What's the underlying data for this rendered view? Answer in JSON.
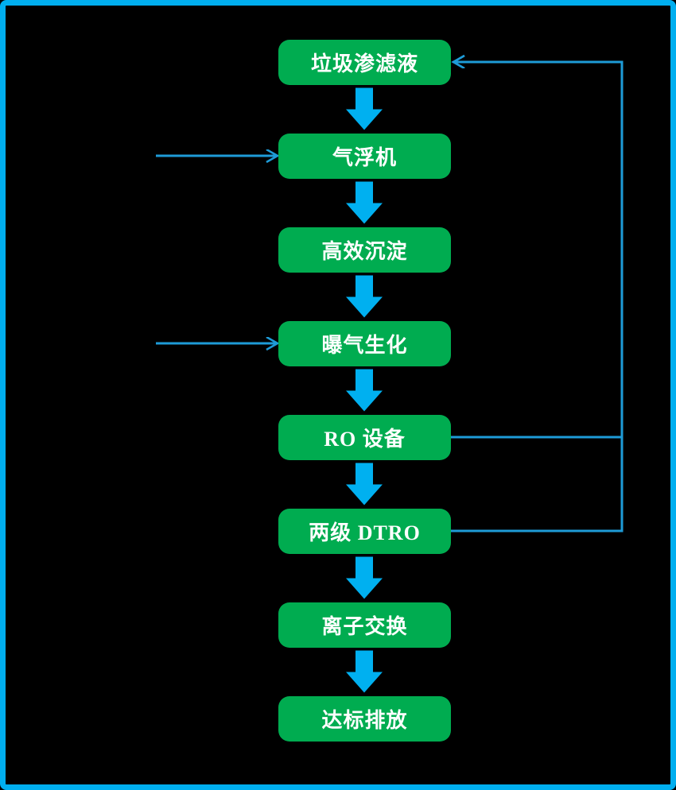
{
  "flowchart": {
    "background": "#000000",
    "frame_border_color": "#00AEEF",
    "colors": {
      "node_fill": "#00AC50",
      "node_text": "#FFFFFF",
      "block_arrow": "#00B0F0",
      "thin_line": "#1E9BD7"
    },
    "nodes": [
      {
        "id": "leachate",
        "label": "垃圾渗滤液"
      },
      {
        "id": "air-flotation",
        "label": "气浮机"
      },
      {
        "id": "high-efficiency-sedimentation",
        "label": "高效沉淀"
      },
      {
        "id": "aeration-biochemical",
        "label": "曝气生化"
      },
      {
        "id": "ro-equipment",
        "label": "RO 设备"
      },
      {
        "id": "two-stage-dtro",
        "label": "两级 DTRO"
      },
      {
        "id": "ion-exchange",
        "label": "离子交换"
      },
      {
        "id": "standard-discharge",
        "label": "达标排放"
      }
    ],
    "connections": [
      {
        "type": "down",
        "from": 0,
        "to": 1
      },
      {
        "type": "down",
        "from": 1,
        "to": 2
      },
      {
        "type": "down",
        "from": 2,
        "to": 3
      },
      {
        "type": "down",
        "from": 3,
        "to": 4
      },
      {
        "type": "down",
        "from": 4,
        "to": 5
      },
      {
        "type": "down",
        "from": 5,
        "to": 6
      },
      {
        "type": "down",
        "from": 6,
        "to": 7
      },
      {
        "type": "inlet-left",
        "to": 1
      },
      {
        "type": "inlet-left",
        "to": 3
      },
      {
        "type": "recycle-right",
        "from": 4,
        "to": 0
      },
      {
        "type": "recycle-right",
        "from": 5,
        "to": 0
      }
    ]
  }
}
